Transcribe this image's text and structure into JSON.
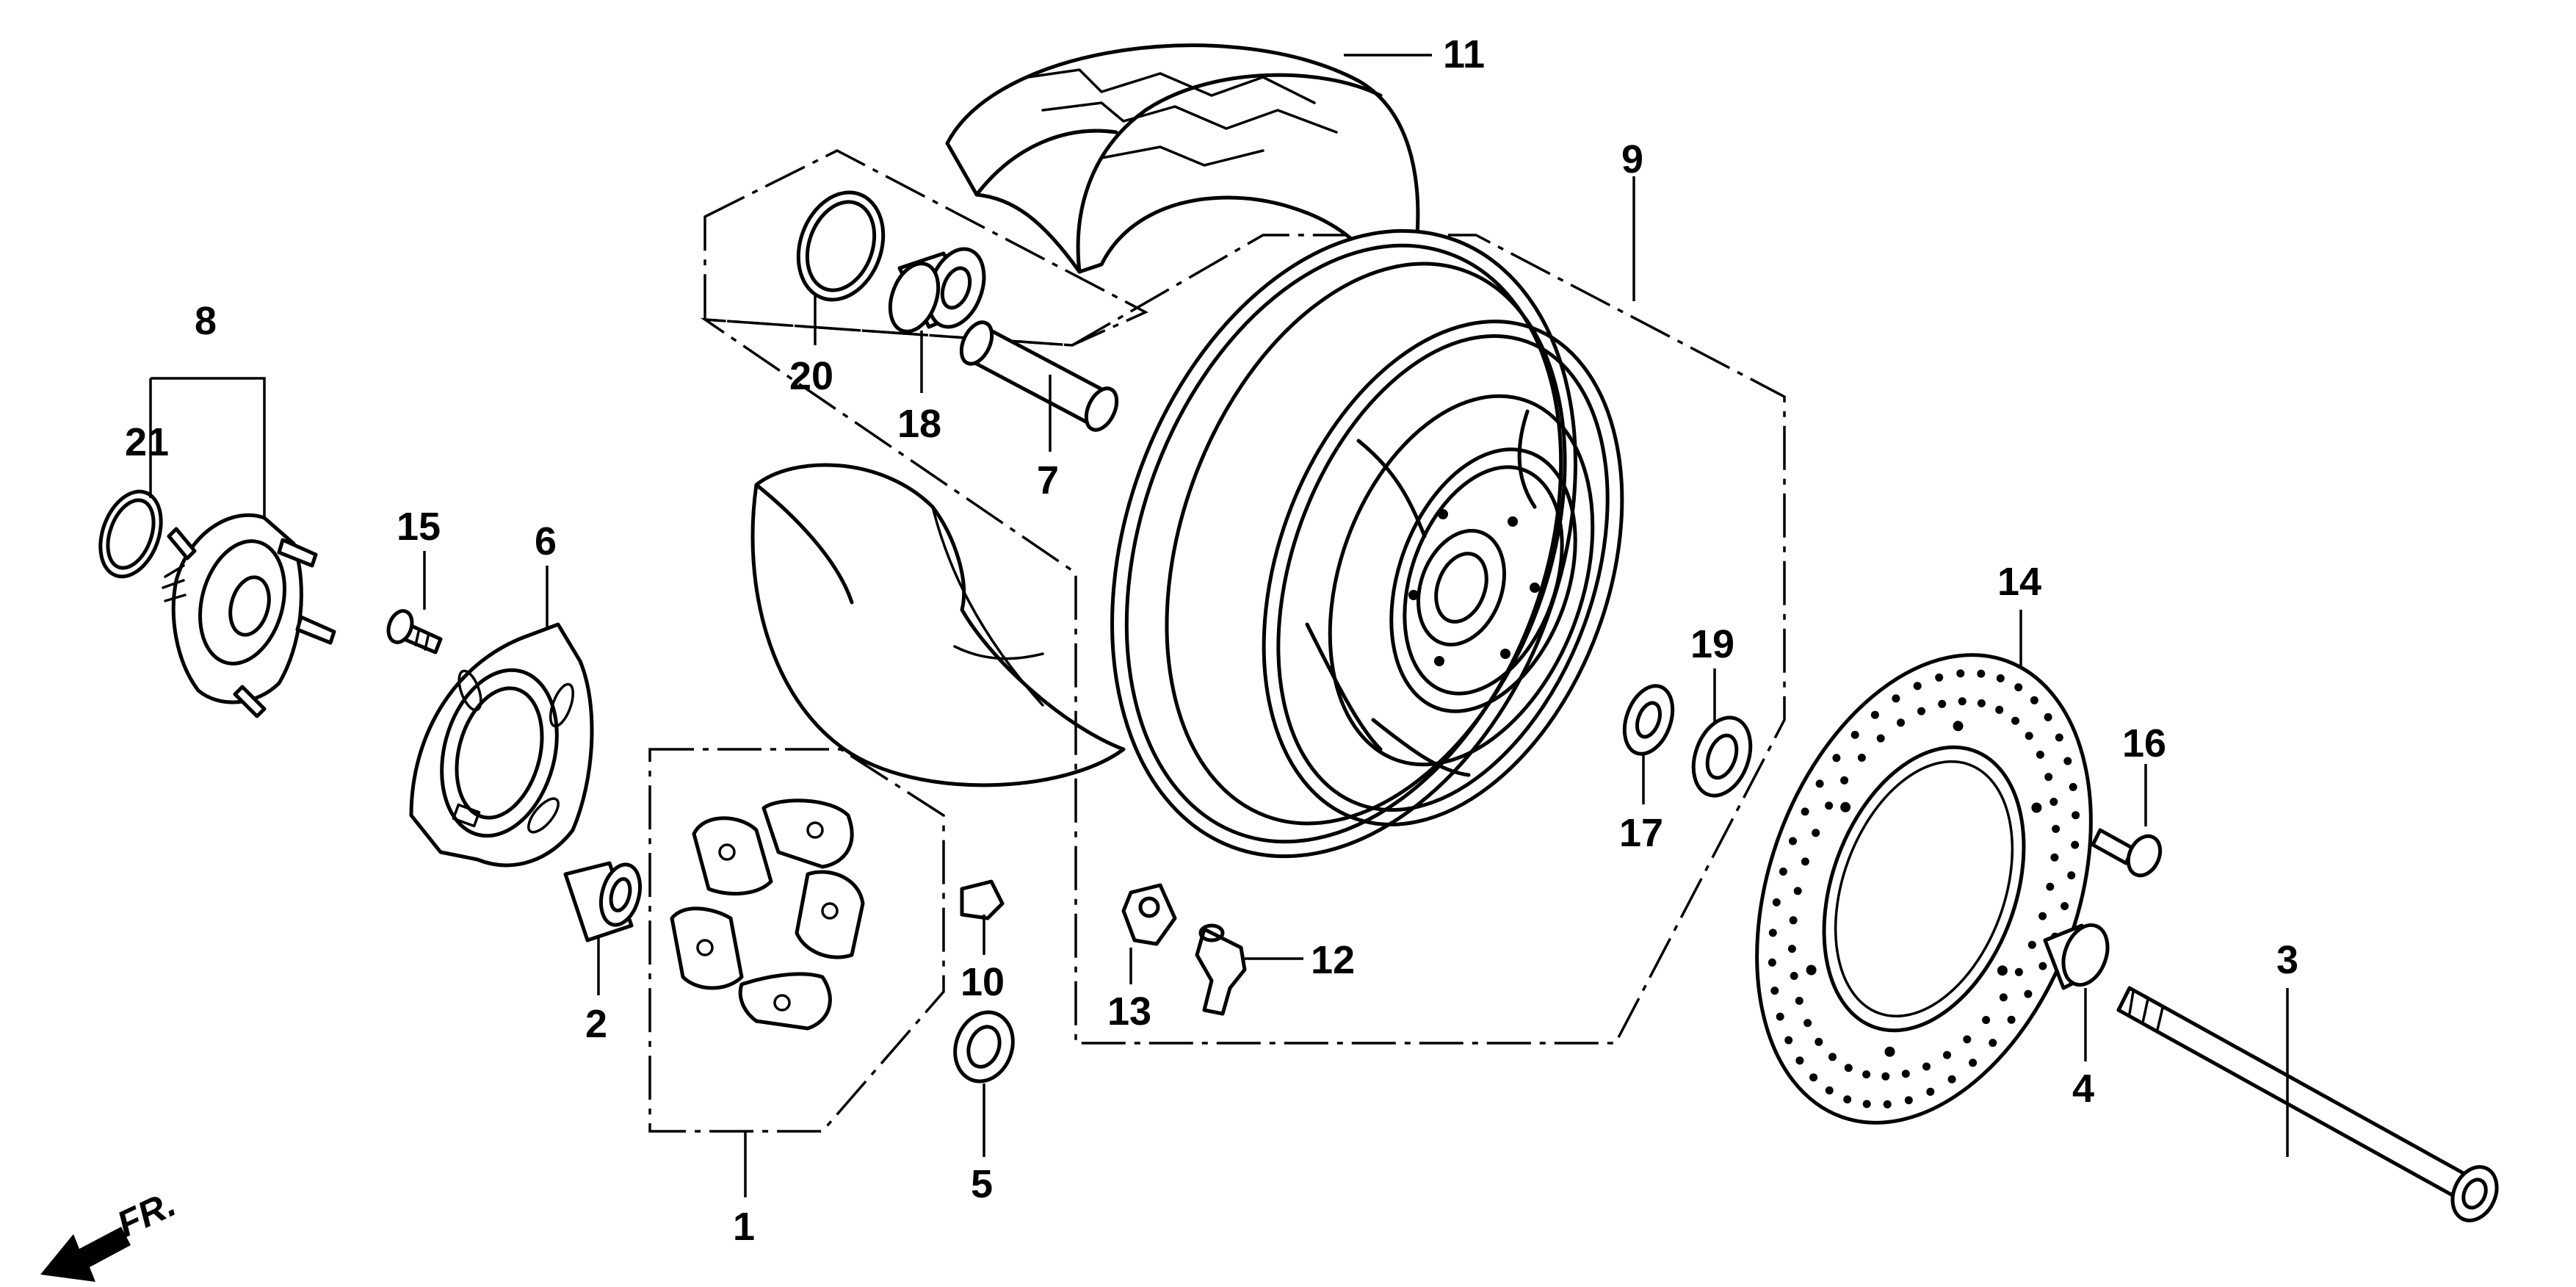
{
  "diagram": {
    "direction_label": "FR.",
    "callouts": {
      "p1": "1",
      "p2": "2",
      "p3": "3",
      "p4": "4",
      "p5": "5",
      "p6": "6",
      "p7": "7",
      "p8": "8",
      "p9": "9",
      "p10": "10",
      "p11": "11",
      "p12": "12",
      "p13": "13",
      "p14": "14",
      "p15": "15",
      "p16": "16",
      "p17": "17",
      "p18": "18",
      "p19": "19",
      "p20": "20",
      "p21": "21"
    }
  }
}
